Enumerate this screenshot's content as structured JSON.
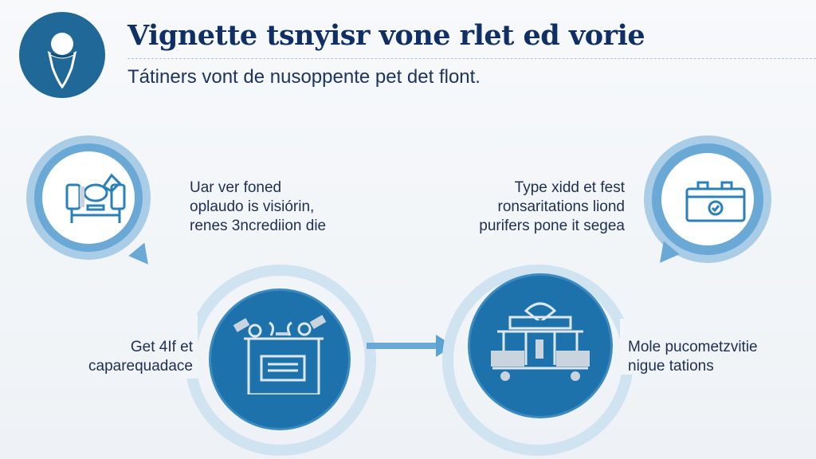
{
  "header": {
    "title": "Vignette tsnyisr vone rlet ed vorie",
    "subtitle": "Tátiners vont de nusoppente pet det flont.",
    "logo_icon": "person-pin-icon"
  },
  "steps": [
    {
      "id": "top-left",
      "icon": "armchair-icon",
      "lines": [
        "Uar ver foned",
        "oplaudo is visiórin,",
        "renes 3ncrediion die"
      ]
    },
    {
      "id": "top-right",
      "icon": "calendar-check-icon",
      "lines": [
        "Type xidd et fest",
        "ronsaritations liond",
        "purifers pone it segea"
      ]
    },
    {
      "id": "bottom-left",
      "icon": "toolbox-icon",
      "lines": [
        "Get 4If et",
        "caparequadace"
      ]
    },
    {
      "id": "bottom-right",
      "icon": "cart-station-icon",
      "lines": [
        "Mole pucometzvitie",
        "nigue tations"
      ]
    }
  ],
  "colors": {
    "primary": "#1f6898",
    "dark_text": "#0f2f66",
    "light_ring": "#a9cde6",
    "mid_ring": "#6aa9d6"
  }
}
